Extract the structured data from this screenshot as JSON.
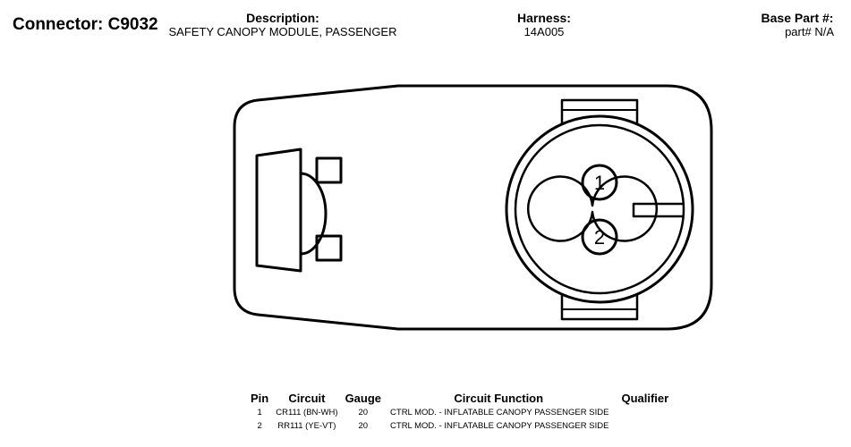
{
  "header": {
    "connector_title": "Connector: C9032",
    "description_label": "Description:",
    "description_value": "SAFETY CANOPY MODULE, PASSENGER",
    "harness_label": "Harness:",
    "harness_value": "14A005",
    "base_part_label": "Base Part #:",
    "base_part_value": "part# N/A"
  },
  "diagram": {
    "pins": [
      {
        "number": "1"
      },
      {
        "number": "2"
      }
    ]
  },
  "table": {
    "columns": [
      "Pin",
      "Circuit",
      "Gauge",
      "Circuit Function",
      "Qualifier"
    ],
    "rows": [
      {
        "pin": "1",
        "circuit": "CR111 (BN-WH)",
        "gauge": "20",
        "function": "CTRL MOD. - INFLATABLE CANOPY PASSENGER SIDE",
        "qualifier": ""
      },
      {
        "pin": "2",
        "circuit": "RR111 (YE-VT)",
        "gauge": "20",
        "function": "CTRL MOD. - INFLATABLE CANOPY PASSENGER SIDE",
        "qualifier": ""
      }
    ]
  }
}
